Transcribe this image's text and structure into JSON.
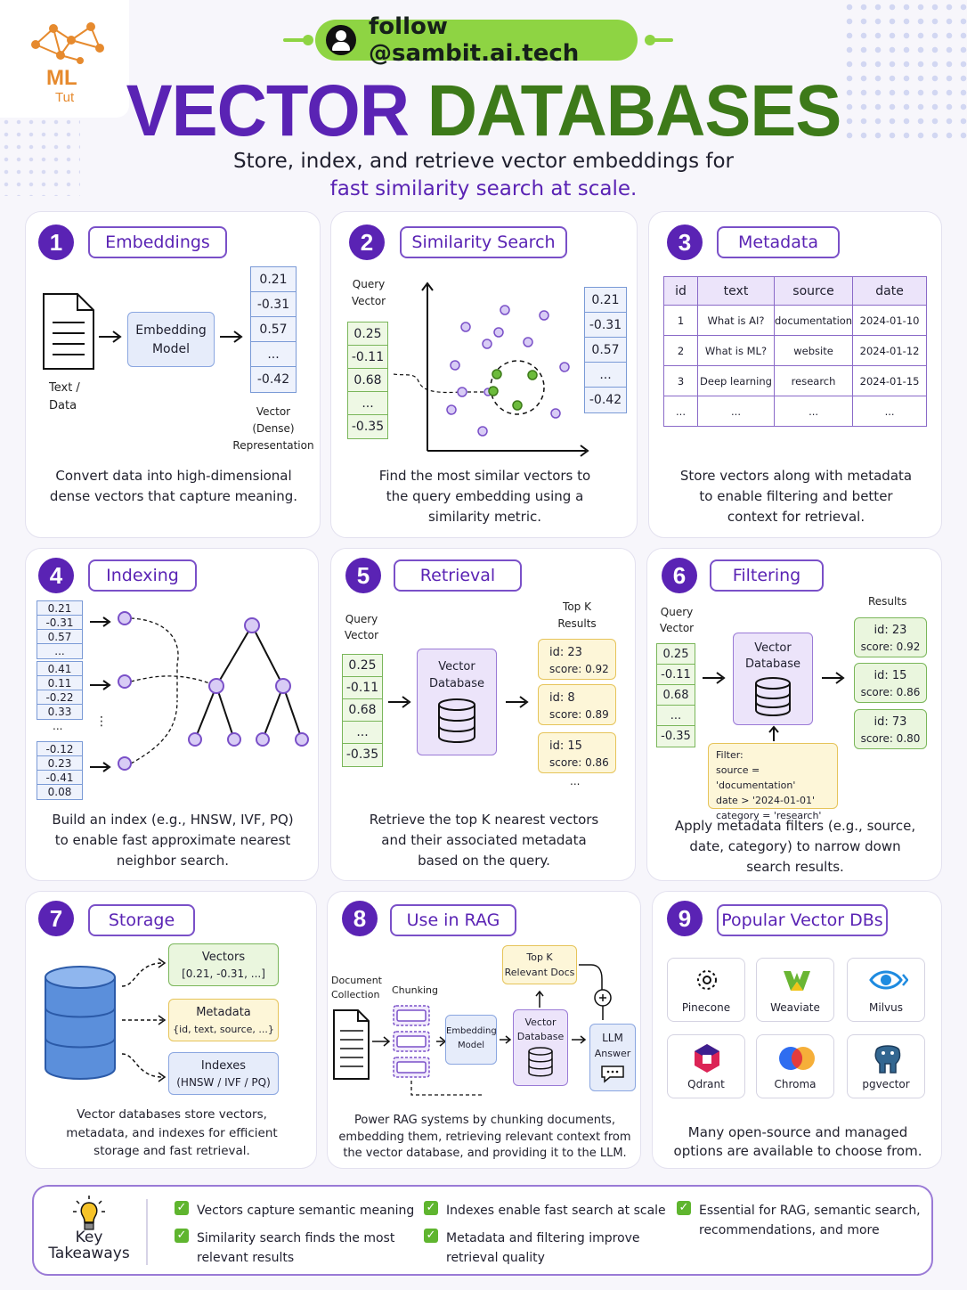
{
  "brand": {
    "logo_line1": "ML",
    "logo_line2": "Tut"
  },
  "follow": {
    "text": "follow @sambit.ai.tech"
  },
  "title": {
    "part1": "VECTOR",
    "part2": "DATABASES"
  },
  "subtitle": {
    "line1": "Store, index, and retrieve vector embeddings for",
    "line2": "fast similarity search at scale."
  },
  "colors": {
    "purple": "#5a23b4",
    "green": "#3d7a19",
    "accent_green": "#8ed443"
  },
  "cards": [
    {
      "num": "1",
      "title": "Embeddings",
      "desc": [
        "Convert data into high-dimensional",
        "dense vectors that capture meaning."
      ],
      "input_label": [
        "Text /",
        "Data"
      ],
      "model_label": [
        "Embedding",
        "Model"
      ],
      "vector": [
        "0.21",
        "-0.31",
        "0.57",
        "...",
        "-0.42"
      ],
      "vector_label": [
        "Vector",
        "(Dense)",
        "Representation"
      ]
    },
    {
      "num": "2",
      "title": "Similarity Search",
      "desc": [
        "Find the most similar vectors to",
        "the query embedding using a",
        "similarity metric."
      ],
      "query_label": [
        "Query",
        "Vector"
      ],
      "query_vector": [
        "0.25",
        "-0.11",
        "0.68",
        "...",
        "-0.35"
      ],
      "result_vector": [
        "0.21",
        "-0.31",
        "0.57",
        "...",
        "-0.42"
      ]
    },
    {
      "num": "3",
      "title": "Metadata",
      "desc": [
        "Store vectors along with metadata",
        "to enable filtering and better",
        "context for retrieval."
      ],
      "table_headers": [
        "id",
        "text",
        "source",
        "date"
      ],
      "table_rows": [
        [
          "1",
          "What is AI?",
          "documentation",
          "2024-01-10"
        ],
        [
          "2",
          "What is ML?",
          "website",
          "2024-01-12"
        ],
        [
          "3",
          "Deep learning",
          "research",
          "2024-01-15"
        ],
        [
          "...",
          "...",
          "...",
          "..."
        ]
      ]
    },
    {
      "num": "4",
      "title": "Indexing",
      "desc": [
        "Build an index (e.g., HNSW, IVF, PQ)",
        "to enable fast approximate nearest",
        "neighbor search."
      ],
      "vectors": [
        [
          "0.21",
          "-0.31",
          "0.57",
          "..."
        ],
        [
          "0.41",
          "0.11",
          "-0.22",
          "0.33"
        ],
        [
          "-0.12",
          "0.23",
          "-0.41",
          "0.08"
        ]
      ],
      "ellipsis": "...",
      "vdots": "⋮"
    },
    {
      "num": "5",
      "title": "Retrieval",
      "desc": [
        "Retrieve the top K nearest vectors",
        "and their associated metadata",
        "based on the query."
      ],
      "query_label": [
        "Query",
        "Vector"
      ],
      "query_vector": [
        "0.25",
        "-0.11",
        "0.68",
        "...",
        "-0.35"
      ],
      "db_label": [
        "Vector",
        "Database"
      ],
      "results_label": [
        "Top K",
        "Results"
      ],
      "results": [
        {
          "id": "id: 23",
          "score": "score: 0.92"
        },
        {
          "id": "id: 8",
          "score": "score: 0.89"
        },
        {
          "id": "id: 15",
          "score": "score: 0.86"
        }
      ],
      "more": "..."
    },
    {
      "num": "6",
      "title": "Filtering",
      "desc": [
        "Apply metadata filters (e.g., source,",
        "date, category) to narrow down",
        "search results."
      ],
      "query_label": [
        "Query",
        "Vector"
      ],
      "query_vector": [
        "0.25",
        "-0.11",
        "0.68",
        "...",
        "-0.35"
      ],
      "db_label": [
        "Vector",
        "Database"
      ],
      "results_label": "Results",
      "results": [
        {
          "id": "id: 23",
          "score": "score: 0.92"
        },
        {
          "id": "id: 15",
          "score": "score: 0.86"
        },
        {
          "id": "id: 73",
          "score": "score: 0.80"
        }
      ],
      "filter": [
        "Filter:",
        "source = 'documentation'",
        "date > '2024-01-01'",
        "category = 'research'"
      ]
    },
    {
      "num": "7",
      "title": "Storage",
      "desc": [
        "Vector databases store vectors,",
        "metadata, and indexes for efficient",
        "storage and fast retrieval."
      ],
      "items": [
        {
          "title": "Vectors",
          "sub": "[0.21, -0.31, ...]"
        },
        {
          "title": "Metadata",
          "sub": "{id, text, source, ...}"
        },
        {
          "title": "Indexes",
          "sub": "(HNSW / IVF / PQ)"
        }
      ]
    },
    {
      "num": "8",
      "title": "Use in RAG",
      "desc": [
        "Power RAG systems by chunking documents,",
        "embedding them, retrieving relevant context from",
        "the vector database, and providing it to the LLM."
      ],
      "doc_label": [
        "Document",
        "Collection"
      ],
      "chunk_label": "Chunking",
      "model_label": [
        "Embedding",
        "Model"
      ],
      "db_label": [
        "Vector",
        "Database"
      ],
      "topk_label": [
        "Top K",
        "Relevant Docs"
      ],
      "llm_label": [
        "LLM",
        "Answer"
      ]
    },
    {
      "num": "9",
      "title": "Popular Vector DBs",
      "desc": [
        "Many open-source and managed",
        "options are available to choose from."
      ],
      "dbs": [
        "Pinecone",
        "Weaviate",
        "Milvus",
        "Qdrant",
        "Chroma",
        "pgvector"
      ]
    }
  ],
  "takeaways": {
    "label": [
      "Key",
      "Takeaways"
    ],
    "items": [
      [
        "Vectors capture semantic meaning"
      ],
      [
        "Similarity search finds the most",
        "relevant results"
      ],
      [
        "Indexes enable fast search at scale"
      ],
      [
        "Metadata and filtering improve",
        "retrieval quality"
      ],
      [
        "Essential for RAG, semantic search,",
        "recommendations, and more"
      ]
    ]
  }
}
